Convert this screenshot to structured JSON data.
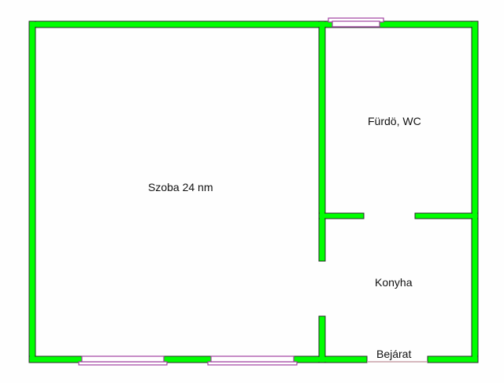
{
  "rooms": {
    "living": "Szoba 24 nm",
    "bathroom": "Fürdö, WC",
    "kitchen": "Konyha",
    "entrance": "Bejárat"
  },
  "colors": {
    "wall": "#00ff00",
    "window": "#a040a0",
    "door": "#c8a0a8"
  }
}
